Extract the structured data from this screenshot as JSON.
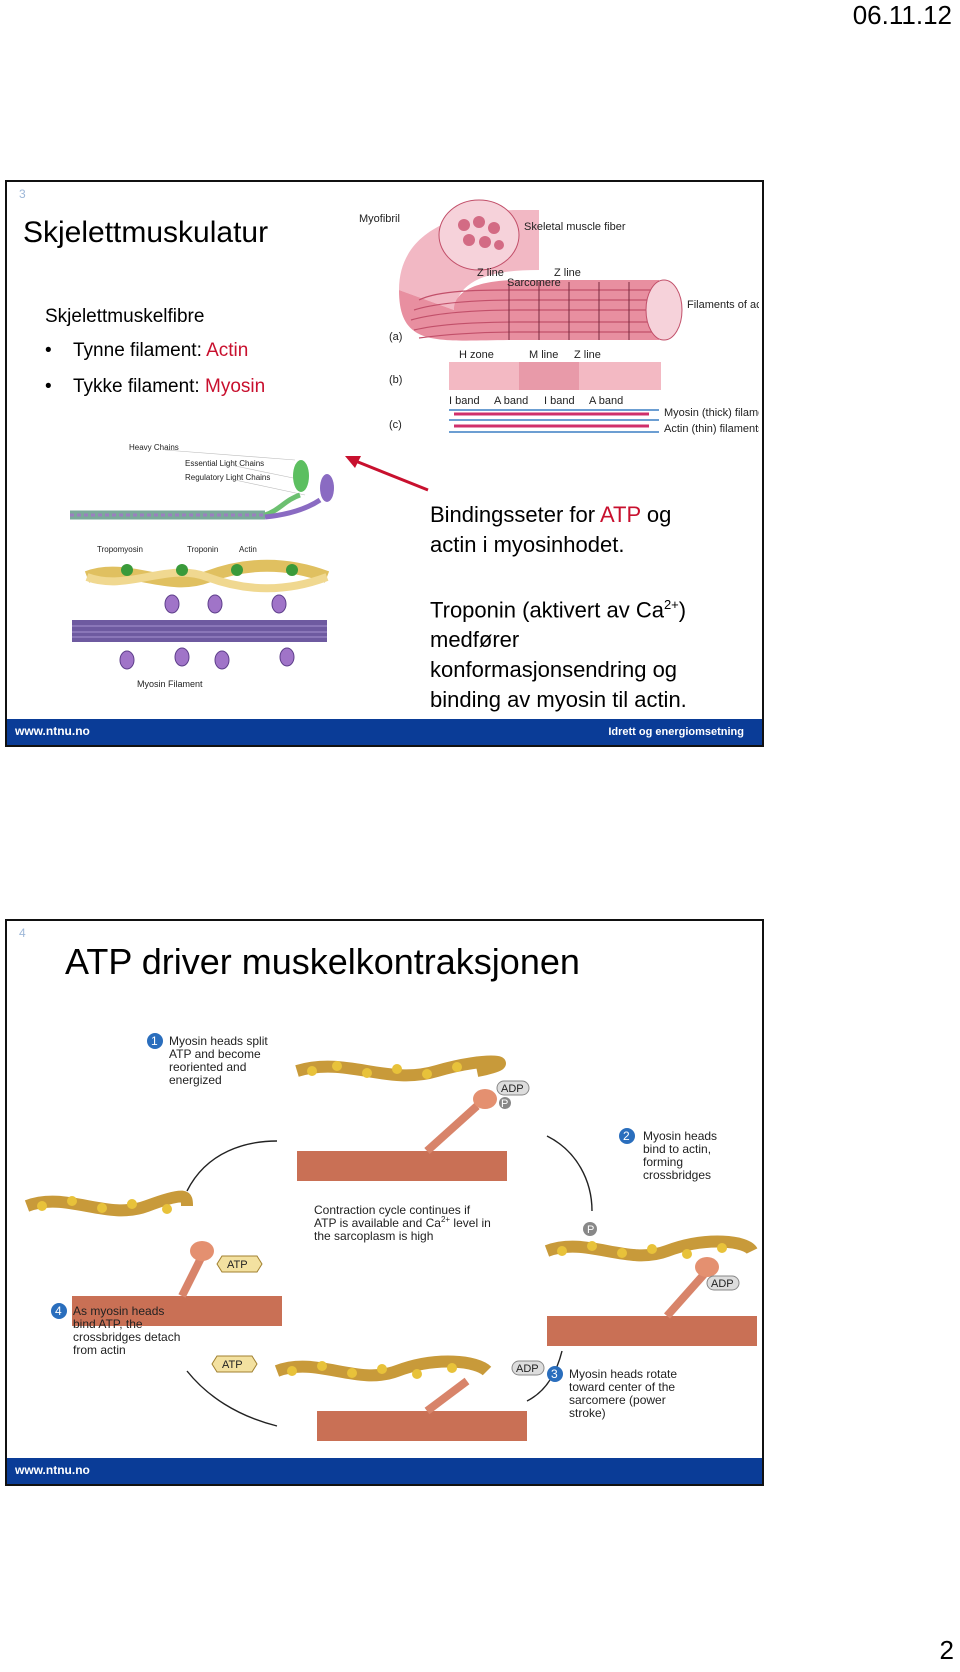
{
  "header": {
    "date": "06.11.12"
  },
  "footer_page": {
    "number": "2"
  },
  "slide1": {
    "number": "3",
    "title": "Skjelettmuskulatur",
    "subtitle": "Skjelettmuskelfibre",
    "bullets": [
      {
        "prefix": "Tynne filament: ",
        "highlight": "Actin"
      },
      {
        "prefix": "Tykke filament: ",
        "highlight": "Myosin"
      }
    ],
    "figure_labels": {
      "myofibril": "Myofibril",
      "skeletal_fiber": "Skeletal muscle fiber",
      "z_line_1": "Z line",
      "z_line_2": "Z line",
      "sarcomere": "Sarcomere",
      "filaments_actin": "Filaments of actin",
      "a": "(a)",
      "b": "(b)",
      "c": "(c)",
      "h_zone": "H zone",
      "m_line": "M line",
      "z_line_3": "Z line",
      "i_band_1": "I band",
      "a_band_1": "A band",
      "i_band_2": "I band",
      "a_band_2": "A band",
      "myosin_thick": "Myosin (thick) filaments",
      "actin_thin": "Actin (thin) filaments",
      "heavy_chains": "Heavy Chains",
      "essential_light": "Essential Light Chains",
      "regulatory_light": "Regulatory Light Chains",
      "tropomyosin": "Tropomyosin",
      "troponin": "Troponin",
      "actin": "Actin",
      "myosin_filament": "Myosin Filament"
    },
    "caption1": {
      "before": "Bindingsseter for ",
      "highlight": "ATP",
      "after": " og",
      "line2": "actin i myosinhodet."
    },
    "caption2": {
      "line1a": "Troponin (aktivert av Ca",
      "sup": "2+",
      "line1b": ")",
      "line2": "medfører",
      "line3": "konformasjonsendring og",
      "line4": "binding av myosin til actin."
    },
    "footer_url": "www.ntnu.no",
    "footer_right": "Idrett og energiomsetning",
    "colors": {
      "footer": "#0a3c97",
      "highlight": "#c8102e"
    }
  },
  "slide2": {
    "number": "4",
    "title": "ATP driver muskelkontraksjonen",
    "steps": [
      {
        "num": "1",
        "lines": [
          "Myosin heads split",
          "ATP and become",
          "reoriented and",
          "energized"
        ]
      },
      {
        "num": "2",
        "lines": [
          "Myosin heads",
          "bind to actin,",
          "forming",
          "crossbridges"
        ]
      },
      {
        "num": "3",
        "lines": [
          "Myosin heads rotate",
          "toward center of the",
          "sarcomere (power",
          "stroke)"
        ]
      },
      {
        "num": "4",
        "lines": [
          "As myosin heads",
          "bind ATP, the",
          "crossbridges detach",
          "from actin"
        ]
      }
    ],
    "center_text": {
      "line1": "Contraction cycle continues if",
      "line2a": "ATP is available and Ca",
      "line2sup": "2+",
      "line2b": " level in",
      "line3": "the sarcoplasm is high"
    },
    "badges": {
      "adp": "ADP",
      "p": "P",
      "atp": "ATP"
    },
    "footer_url": "www.ntnu.no"
  }
}
